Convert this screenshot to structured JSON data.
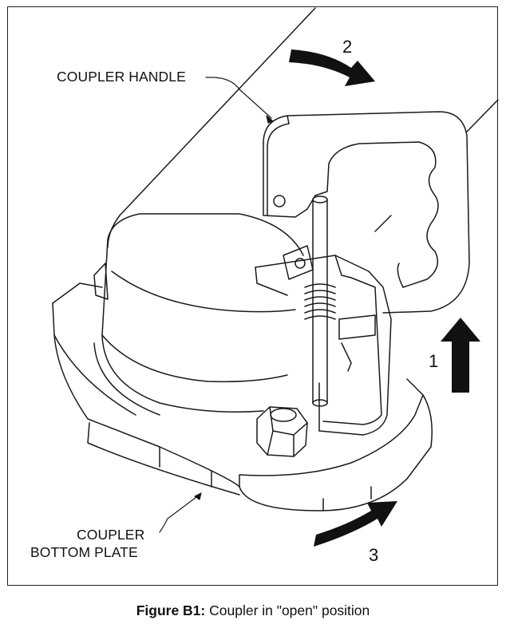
{
  "figure": {
    "caption_label": "Figure B1:",
    "caption_text": " Coupler in \"open\" position"
  },
  "callouts": {
    "coupler_handle": "COUPLER HANDLE",
    "bottom_plate_line1": "COUPLER",
    "bottom_plate_line2": "BOTTOM PLATE"
  },
  "steps": {
    "step1": "1",
    "step2": "2",
    "step3": "3"
  }
}
